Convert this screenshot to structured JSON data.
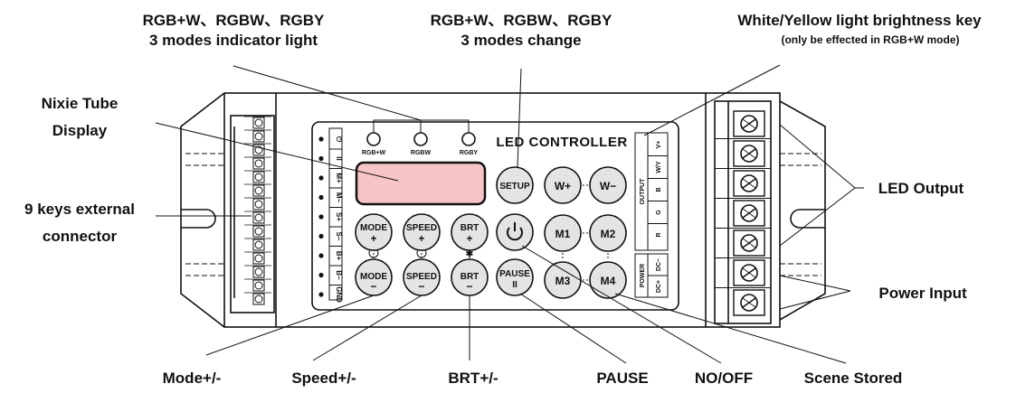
{
  "callouts": {
    "indicator_line1": "RGB+W、RGBW、RGBY",
    "indicator_line2": "3 modes indicator light",
    "mode_change_line1": "RGB+W、RGBW、RGBY",
    "mode_change_line2": "3 modes change",
    "wy_key_line1": "White/Yellow light brightness key",
    "wy_key_line2": "(only be effected in RGB+W mode)",
    "nixie_line1": "Nixie Tube",
    "nixie_line2": "Display",
    "ext_line1": "9 keys external",
    "ext_line2": "connector",
    "led_output": "LED Output",
    "power_input": "Power Input",
    "mode_pm": "Mode+/-",
    "speed_pm": "Speed+/-",
    "brt_pm": "BRT+/-",
    "pause": "PAUSE",
    "onoff": "NO/OFF",
    "scene": "Scene Stored"
  },
  "panel": {
    "title": "LED CONTROLLER",
    "indicators": [
      "RGB+W",
      "RGBW",
      "RGBY"
    ],
    "display_color": "#f7c4c6",
    "setup": "SETUP",
    "w_plus": "W+",
    "w_minus": "W−",
    "m1": "M1",
    "m2": "M2",
    "m3": "M3",
    "m4": "M4",
    "mode_plus": "MODE",
    "mode_minus": "MODE",
    "speed_plus": "SPEED",
    "speed_minus": "SPEED",
    "brt_plus": "BRT",
    "brt_minus": "BRT",
    "pause_label": "PAUSE",
    "pause_symbol": "II",
    "plus": "+",
    "minus": "−",
    "power_icon": "power-icon",
    "output_label": "OUTPUT",
    "output_channels": [
      "V+",
      "W/Y",
      "B",
      "G",
      "R"
    ],
    "power_label": "POWER",
    "power_channels": [
      "DC−",
      "DC+"
    ],
    "key_pins": [
      "⏻",
      "II",
      "M+",
      "M−",
      "S+",
      "S−",
      "B+",
      "B−",
      "GND"
    ]
  }
}
